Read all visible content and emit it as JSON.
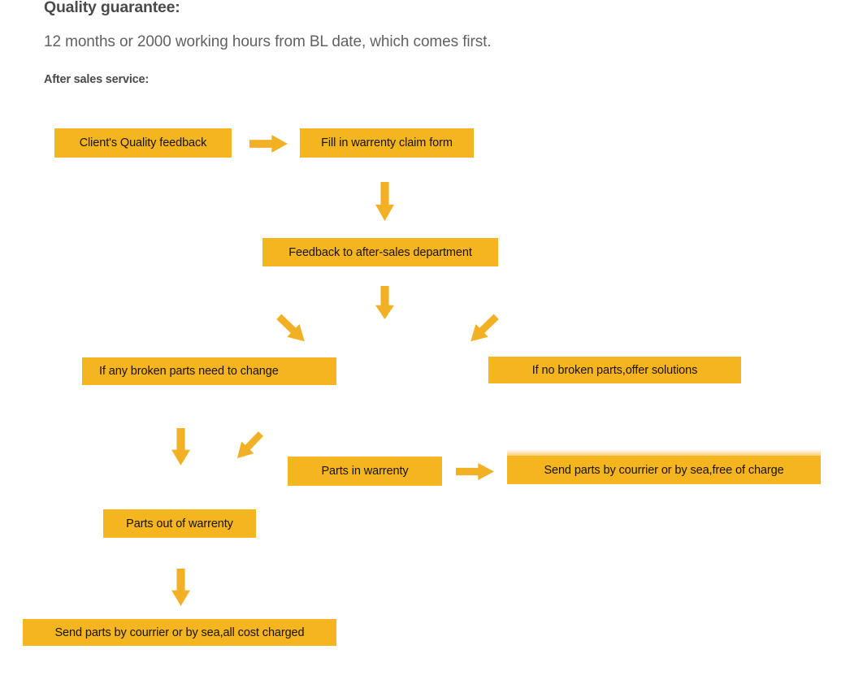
{
  "document": {
    "quality_guarantee_heading": "Quality guarantee:",
    "quality_guarantee_body": "12 months or 2000 working hours from BL date, which comes first.",
    "after_sales_heading": "After sales service:"
  },
  "colors": {
    "box_fill": "#f5b51e",
    "arrow_fill": "#f2b125",
    "box_text": "#1a1208",
    "heading_text": "#4a4a4a",
    "body_text": "#616161",
    "page_background": "#ffffff"
  },
  "flowchart": {
    "title": "After sales service process",
    "nodes": [
      {
        "id": "client-feedback",
        "label": "Client's Quality feedback"
      },
      {
        "id": "claim-form",
        "label": "Fill in warrenty claim form"
      },
      {
        "id": "feedback-department",
        "label": "Feedback to after-sales department"
      },
      {
        "id": "broken-parts-change",
        "label": "If any broken parts need to change"
      },
      {
        "id": "no-broken-parts",
        "label": "If no broken parts,offer solutions"
      },
      {
        "id": "parts-in-warrenty",
        "label": "Parts in warrenty"
      },
      {
        "id": "send-free-charge",
        "label": "Send parts by courrier or by sea,free of charge"
      },
      {
        "id": "parts-out-warrenty",
        "label": "Parts out of warrenty"
      },
      {
        "id": "send-all-cost",
        "label": "Send parts by courrier or by sea,all cost charged"
      }
    ],
    "edges": [
      {
        "from": "client-feedback",
        "to": "claim-form",
        "direction": "right"
      },
      {
        "from": "claim-form",
        "to": "feedback-department",
        "direction": "down"
      },
      {
        "from": "feedback-department",
        "to": "broken-parts-change",
        "direction": "down-left"
      },
      {
        "from": "feedback-department",
        "to": "no-broken-parts",
        "direction": "down-right"
      },
      {
        "from": "feedback-department",
        "to": "",
        "direction": "down"
      },
      {
        "from": "broken-parts-change",
        "to": "parts-out-warrenty",
        "direction": "down"
      },
      {
        "from": "broken-parts-change",
        "to": "parts-in-warrenty",
        "direction": "down-right"
      },
      {
        "from": "parts-in-warrenty",
        "to": "send-free-charge",
        "direction": "right"
      },
      {
        "from": "parts-out-warrenty",
        "to": "send-all-cost",
        "direction": "down"
      }
    ]
  }
}
